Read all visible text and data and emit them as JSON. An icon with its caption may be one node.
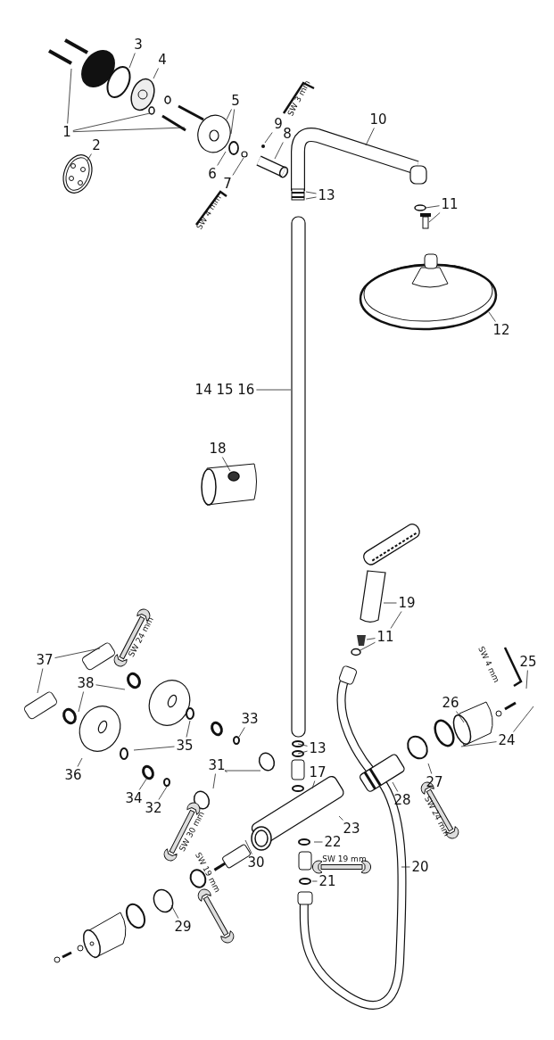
{
  "diagram": {
    "nodes": [
      {
        "text": [
          "1"
        ]
      },
      {
        "text": [
          "2"
        ]
      },
      {
        "text": [
          "3"
        ]
      },
      {
        "text": [
          "4"
        ]
      },
      {
        "text": [
          "5"
        ]
      },
      {
        "text": [
          "6"
        ]
      },
      {
        "text": [
          "7"
        ]
      },
      {
        "text": [
          "9"
        ]
      },
      {
        "text": [
          "8"
        ]
      },
      {
        "text": [
          "10"
        ]
      },
      {
        "text": [
          "13"
        ]
      },
      {
        "text": [
          "11"
        ]
      },
      {
        "text": [
          "12"
        ]
      },
      {
        "text": [
          "14 15 16"
        ]
      },
      {
        "text": [
          "18"
        ]
      },
      {
        "text": [
          "19"
        ]
      },
      {
        "text": [
          "11"
        ]
      },
      {
        "text": [
          "37"
        ]
      },
      {
        "text": [
          "38"
        ]
      },
      {
        "text": [
          "33"
        ]
      },
      {
        "text": [
          "35"
        ]
      },
      {
        "text": [
          "36"
        ]
      },
      {
        "text": [
          "34"
        ]
      },
      {
        "text": [
          "32"
        ]
      },
      {
        "text": [
          "31"
        ]
      },
      {
        "text": [
          "13"
        ]
      },
      {
        "text": [
          "17"
        ]
      },
      {
        "text": [
          "23"
        ]
      },
      {
        "text": [
          "22"
        ]
      },
      {
        "text": [
          "21"
        ]
      },
      {
        "text": [
          "20"
        ]
      },
      {
        "text": [
          "25"
        ]
      },
      {
        "text": [
          "26"
        ]
      },
      {
        "text": [
          "24"
        ]
      },
      {
        "text": [
          "27"
        ]
      },
      {
        "text": [
          "28"
        ]
      },
      {
        "text": [
          "30"
        ]
      },
      {
        "text": [
          "29"
        ]
      }
    ],
    "edges": [
      {
        "from": 0,
        "to": null,
        "arrow": "none"
      },
      {
        "from": 0,
        "to": null,
        "arrow": "none"
      },
      {
        "from": 0,
        "to": null,
        "arrow": "none"
      },
      {
        "from": 1,
        "to": null,
        "arrow": "none"
      },
      {
        "from": 2,
        "to": null,
        "arrow": "none"
      },
      {
        "from": 3,
        "to": null,
        "arrow": "none"
      },
      {
        "from": 4,
        "to": null,
        "arrow": "none"
      },
      {
        "from": 4,
        "to": null,
        "arrow": "none"
      },
      {
        "from": 5,
        "to": null,
        "arrow": "none"
      },
      {
        "from": 6,
        "to": null,
        "arrow": "none"
      },
      {
        "from": 7,
        "to": null,
        "arrow": "none"
      },
      {
        "from": 8,
        "to": null,
        "arrow": "none"
      },
      {
        "from": 9,
        "to": null,
        "arrow": "none"
      },
      {
        "from": 10,
        "to": null,
        "arrow": "none"
      },
      {
        "from": 10,
        "to": null,
        "arrow": "none"
      },
      {
        "from": 11,
        "to": null,
        "arrow": "none"
      },
      {
        "from": 11,
        "to": null,
        "arrow": "none"
      },
      {
        "from": 12,
        "to": null,
        "arrow": "none"
      },
      {
        "from": 13,
        "to": null,
        "arrow": "none"
      },
      {
        "from": 14,
        "to": null,
        "arrow": "none"
      },
      {
        "from": 15,
        "to": null,
        "arrow": "none"
      },
      {
        "from": 15,
        "to": 16,
        "arrow": "none"
      },
      {
        "from": 16,
        "to": null,
        "arrow": "none"
      },
      {
        "from": 16,
        "to": null,
        "arrow": "none"
      },
      {
        "from": 17,
        "to": null,
        "arrow": "none"
      },
      {
        "from": 17,
        "to": null,
        "arrow": "none"
      },
      {
        "from": 18,
        "to": null,
        "arrow": "none"
      },
      {
        "from": 18,
        "to": null,
        "arrow": "none"
      },
      {
        "from": 19,
        "to": null,
        "arrow": "none"
      },
      {
        "from": 20,
        "to": null,
        "arrow": "none"
      },
      {
        "from": 20,
        "to": null,
        "arrow": "none"
      },
      {
        "from": 21,
        "to": null,
        "arrow": "none"
      },
      {
        "from": 22,
        "to": null,
        "arrow": "none"
      },
      {
        "from": 23,
        "to": null,
        "arrow": "none"
      },
      {
        "from": 24,
        "to": null,
        "arrow": "none"
      },
      {
        "from": 24,
        "to": null,
        "arrow": "none"
      },
      {
        "from": 25,
        "to": null,
        "arrow": "none"
      },
      {
        "from": 25,
        "to": null,
        "arrow": "none"
      },
      {
        "from": 26,
        "to": null,
        "arrow": "none"
      },
      {
        "from": 27,
        "to": null,
        "arrow": "none"
      },
      {
        "from": 28,
        "to": null,
        "arrow": "none"
      },
      {
        "from": 29,
        "to": null,
        "arrow": "none"
      },
      {
        "from": 30,
        "to": null,
        "arrow": "none"
      },
      {
        "from": 31,
        "to": null,
        "arrow": "none"
      },
      {
        "from": 32,
        "to": null,
        "arrow": "none"
      },
      {
        "from": 33,
        "to": null,
        "arrow": "none"
      },
      {
        "from": 33,
        "to": null,
        "arrow": "none"
      },
      {
        "from": 34,
        "to": null,
        "arrow": "none"
      },
      {
        "from": 35,
        "to": null,
        "arrow": "none"
      },
      {
        "from": 36,
        "to": null,
        "arrow": "none"
      },
      {
        "from": 37,
        "to": null,
        "arrow": "none"
      }
    ],
    "labels": [
      "SW 3 mm",
      "SW 4 mm",
      "SW 24 mm",
      "SW 4 mm",
      "SW 30 mm",
      "SW 24 mm",
      "SW 19 mm",
      "SW 19 mm"
    ]
  }
}
